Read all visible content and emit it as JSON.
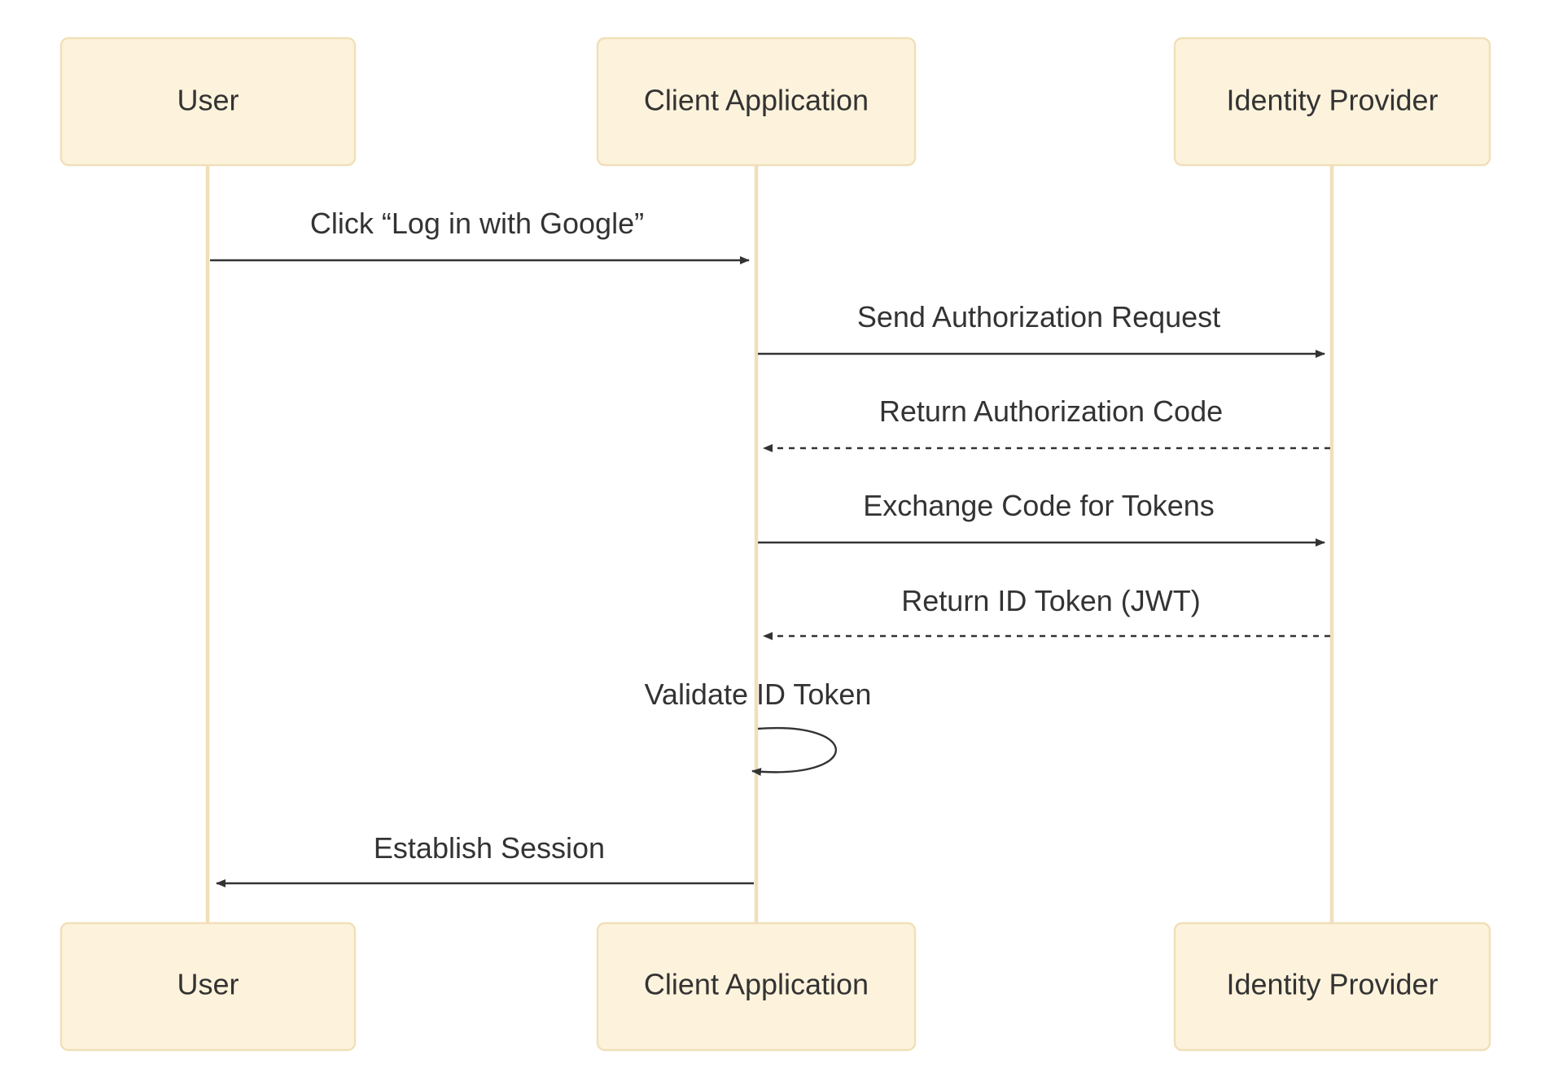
{
  "participants": [
    {
      "id": "user",
      "label": "User"
    },
    {
      "id": "client",
      "label": "Client Application"
    },
    {
      "id": "idp",
      "label": "Identity Provider"
    }
  ],
  "messages": [
    {
      "from": "user",
      "to": "client",
      "label": "Click “Log in with Google”",
      "style": "solid"
    },
    {
      "from": "client",
      "to": "idp",
      "label": "Send Authorization Request",
      "style": "solid"
    },
    {
      "from": "idp",
      "to": "client",
      "label": "Return Authorization Code",
      "style": "dashed"
    },
    {
      "from": "client",
      "to": "idp",
      "label": "Exchange Code for Tokens",
      "style": "solid"
    },
    {
      "from": "idp",
      "to": "client",
      "label": "Return ID Token (JWT)",
      "style": "dashed"
    },
    {
      "from": "client",
      "to": "client",
      "label": "Validate ID Token",
      "style": "solid"
    },
    {
      "from": "client",
      "to": "user",
      "label": "Establish Session",
      "style": "solid"
    }
  ],
  "colors": {
    "actor_fill": "#fdf3dc",
    "actor_border": "#f0dfb9",
    "lifeline": "#f0dfb9",
    "line": "#333333",
    "text": "#333333"
  }
}
